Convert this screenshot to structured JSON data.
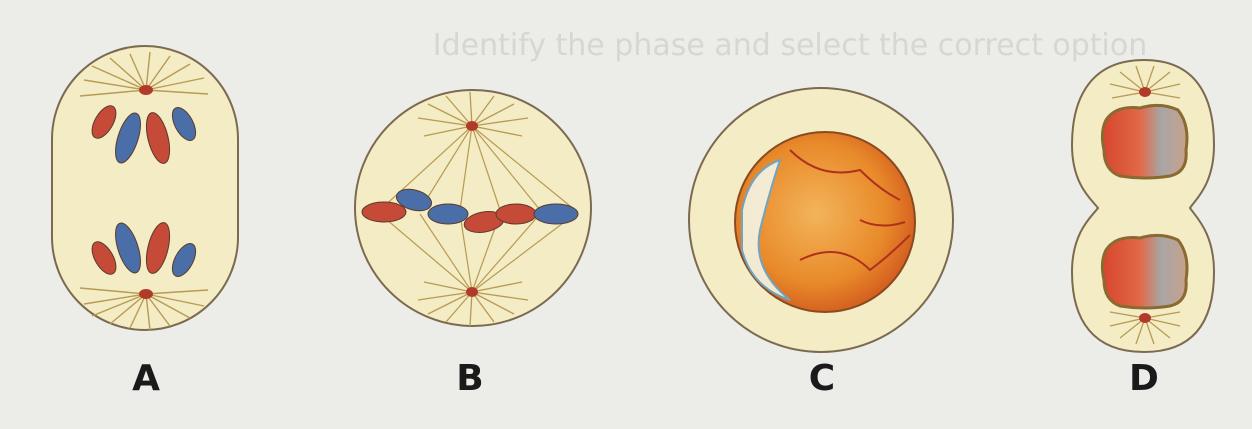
{
  "figure": {
    "ghost_text": "Identify the phase and select the correct option",
    "cells": [
      {
        "label": "A"
      },
      {
        "label": "B"
      },
      {
        "label": "C"
      },
      {
        "label": "D"
      }
    ]
  },
  "colors": {
    "background": "#ecece9",
    "cytoplasm": "#f3ecc4",
    "outline": "#7c6a50",
    "spindle": "#b89a52",
    "chromosome_red": "#c64a38",
    "chromosome_blue": "#4a6fa8",
    "nucleus": "#e88a2a"
  }
}
